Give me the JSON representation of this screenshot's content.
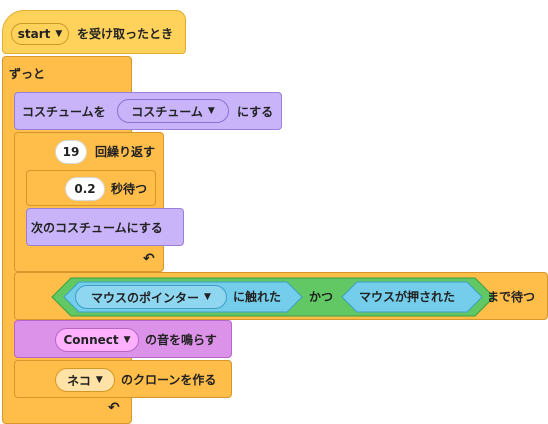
{
  "blocks": {
    "hat": {
      "key": "start",
      "text": "を受け取ったとき"
    },
    "forever": {
      "label": "ずっと"
    },
    "switch_costume": {
      "prefix": "コスチュームを",
      "value": "コスチューム",
      "suffix": "にする"
    },
    "repeat": {
      "count": "19",
      "label": "回繰り返す"
    },
    "wait": {
      "value": "0.2",
      "label": "秒待つ"
    },
    "next_costume": {
      "label": "次のコスチュームにする"
    },
    "wait_until": {
      "touching": {
        "value": "マウスのポインター",
        "suffix": "に触れた"
      },
      "and": "かつ",
      "mouse_down": "マウスが押された",
      "suffix": "まで待つ"
    },
    "play_sound": {
      "value": "Connect",
      "suffix": "の音を鳴らす"
    },
    "clone": {
      "value": "ネコ",
      "suffix": "のクローンを作る"
    }
  },
  "icons": {
    "dropdown": "▼",
    "loop_arrow": "↶"
  },
  "colors": {
    "events": "#ffd25c",
    "control": "#ffbd4a",
    "looks": "#c9b4fa",
    "sound": "#dc92e8",
    "sensing": "#74cdea",
    "operators": "#62c863"
  }
}
